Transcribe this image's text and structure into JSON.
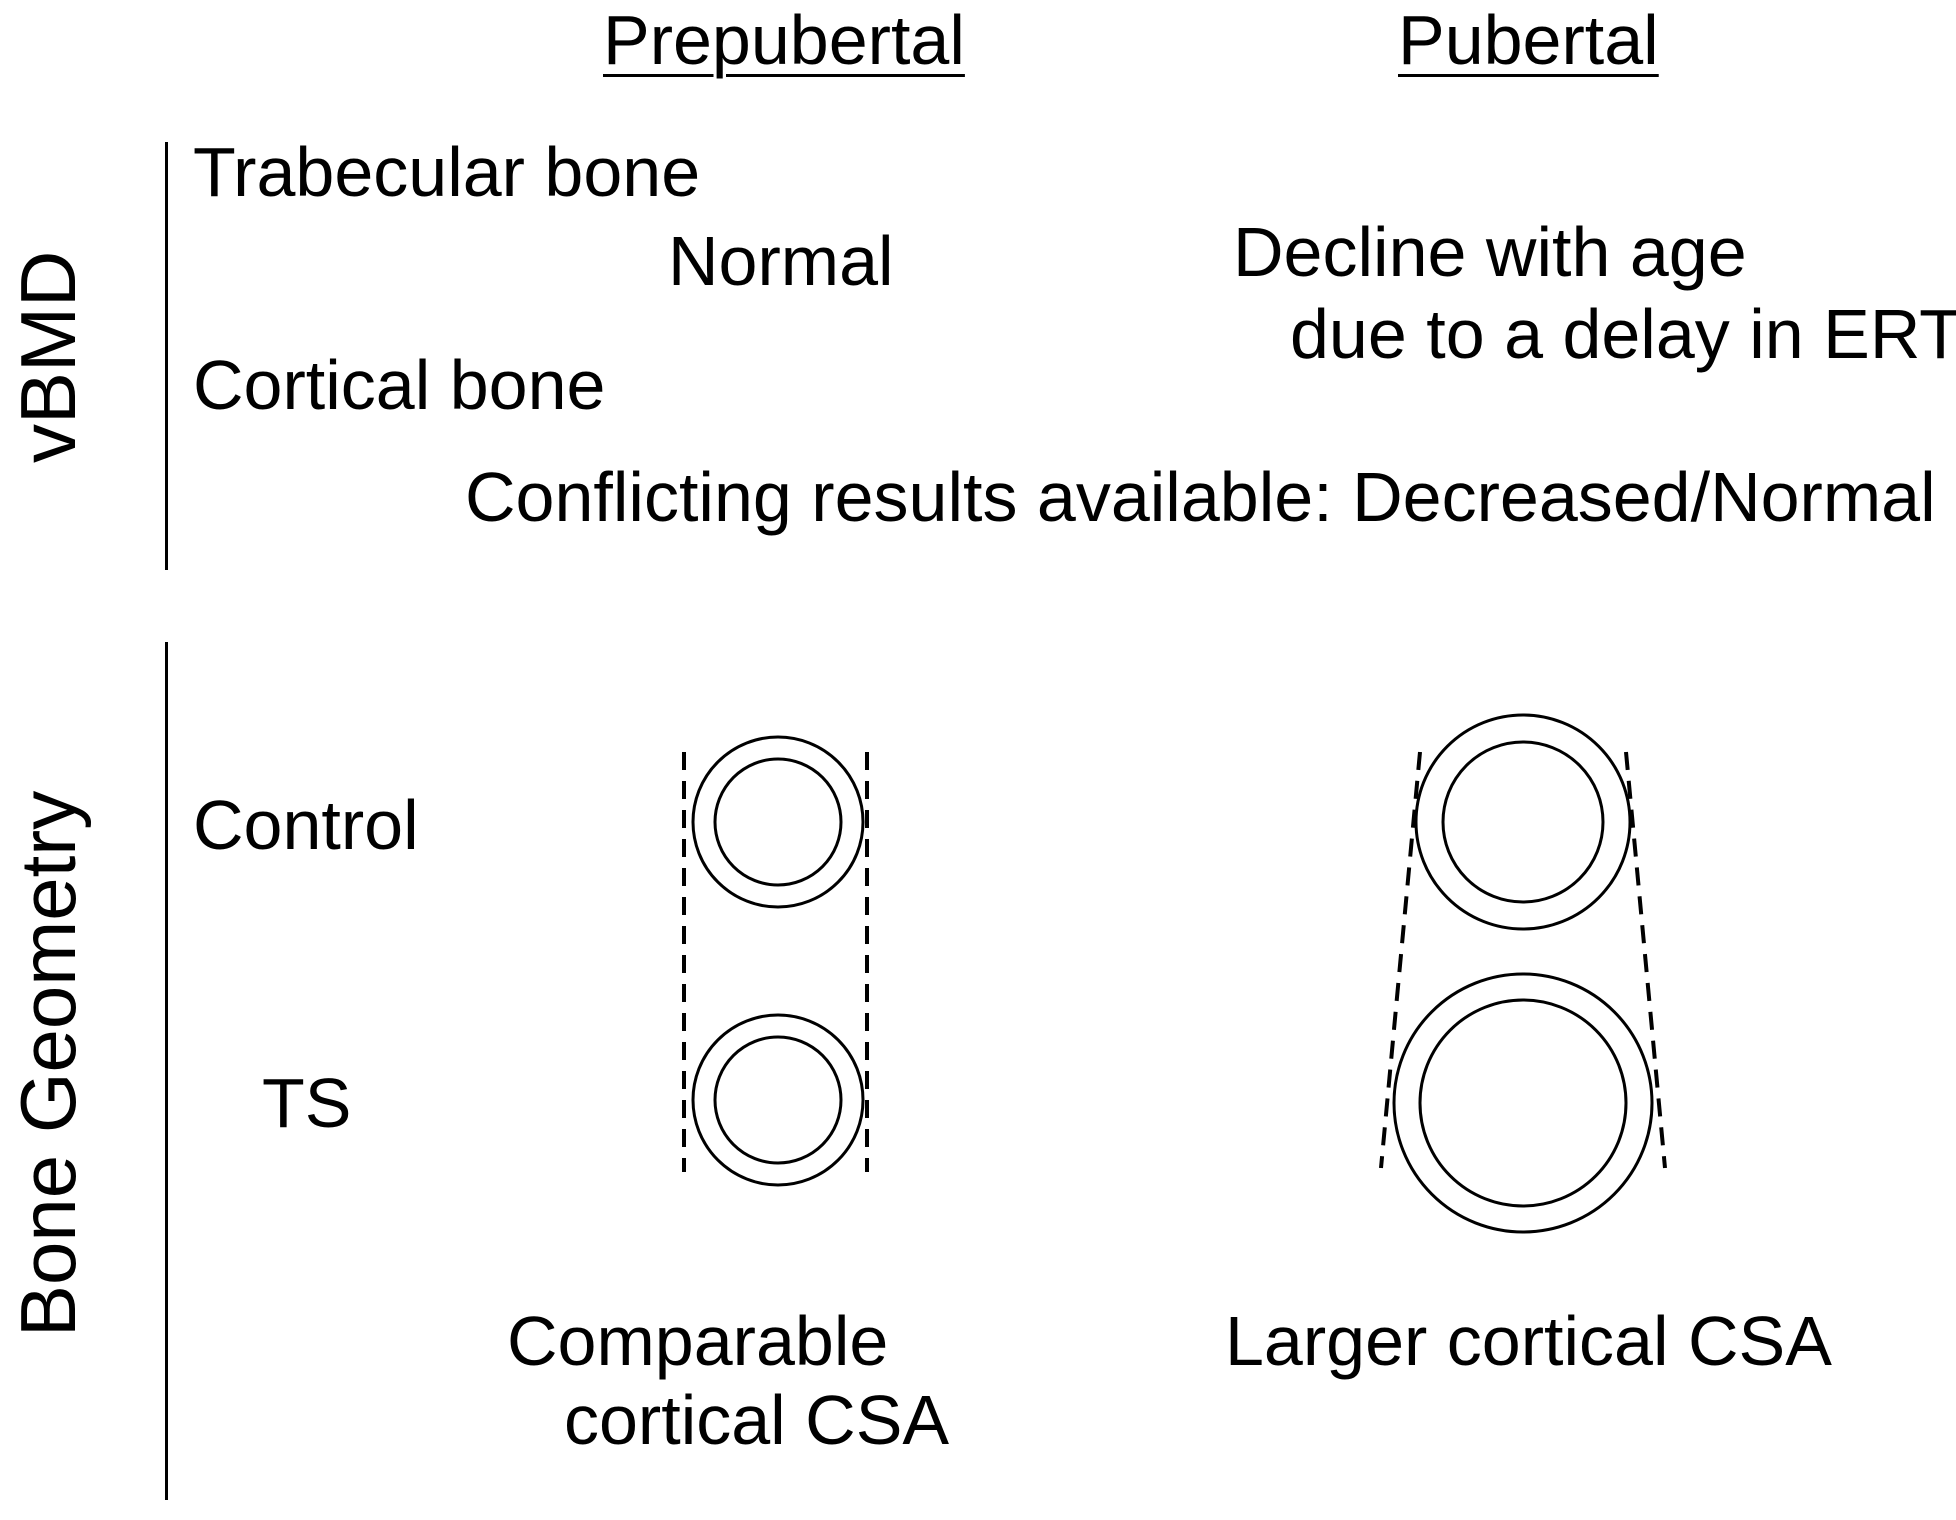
{
  "headers": {
    "prepubertal": "Prepubertal",
    "pubertal": "Pubertal"
  },
  "sections": {
    "vbmd": "vBMD",
    "bone_geometry": "Bone Geometry"
  },
  "vbmd": {
    "trabecular_label": "Trabecular bone",
    "trabecular_prepubertal": "Normal",
    "trabecular_pubertal_line1": "Decline with age",
    "trabecular_pubertal_line2": "due to a delay in ERT",
    "cortical_label": "Cortical bone",
    "cortical_result": "Conflicting results available: Decreased/Normal"
  },
  "geometry": {
    "control_label": "Control",
    "ts_label": "TS",
    "prepubertal_caption_line1": "Comparable",
    "prepubertal_caption_line2": "cortical CSA",
    "pubertal_caption": "Larger cortical CSA"
  },
  "colors": {
    "ink": "#000000",
    "background": "#ffffff"
  }
}
